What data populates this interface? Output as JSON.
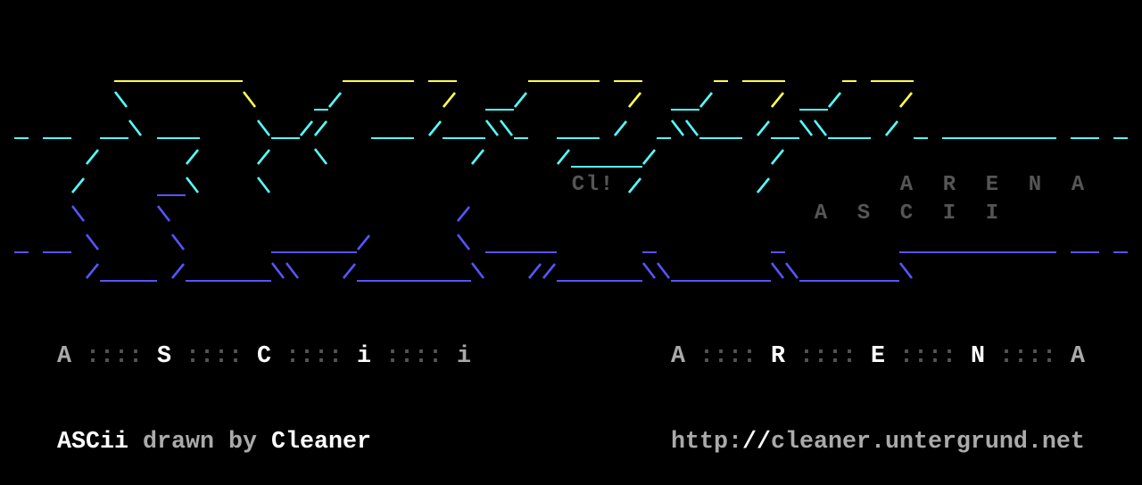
{
  "colors": {
    "y": "#FFFF55",
    "c": "#55FFFF",
    "b": "#5555FF",
    "gray": "#555555"
  },
  "logo": {
    "first_row": 2,
    "rows": [
      "        _________       _____ __     _____ __     _ ___    _ ___",
      "        \\        \\    _/       /  __/       /  __/    / __/    /",
      " _ __  __\\ ___    \\__//   ___ /___\\\\_  ___ /  _\\\\___ /__\\\\___ / _ ________ __ _",
      "      /      /    /   \\          /     /_____/        /",
      "     /     __\\    \\                     Cl! /        /         A  R  E  N  A",
      "     \\     \\                    /                        A  S  C  I  I",
      " _ __ \\     \\      ______/      \\ _____      _        _        ___________ __ _",
      "      /____ /______\\\\   /________\\   //______\\\\_______\\\\_______\\"
    ],
    "default_colors": [
      "y",
      "c",
      "c",
      "c",
      "c",
      "b",
      "b",
      "b"
    ],
    "masks": [
      "",
      ".................y.............y............y.........y........y",
      "",
      "",
      "...........bb",
      "",
      "",
      ""
    ]
  },
  "letter_rows": {
    "left": {
      "letters": [
        "A",
        "S",
        "C",
        "i",
        "i"
      ],
      "separator": "::::"
    },
    "right": {
      "letters": [
        "A",
        "R",
        "E",
        "N",
        "A"
      ],
      "separator": "::::"
    }
  },
  "credits": {
    "ascii": "ASCii",
    "drawn_by": "drawn by",
    "artist": "Cleaner",
    "url_scheme": "http:",
    "url_slashes": "//",
    "url_host": "cleaner.untergrund.net"
  }
}
